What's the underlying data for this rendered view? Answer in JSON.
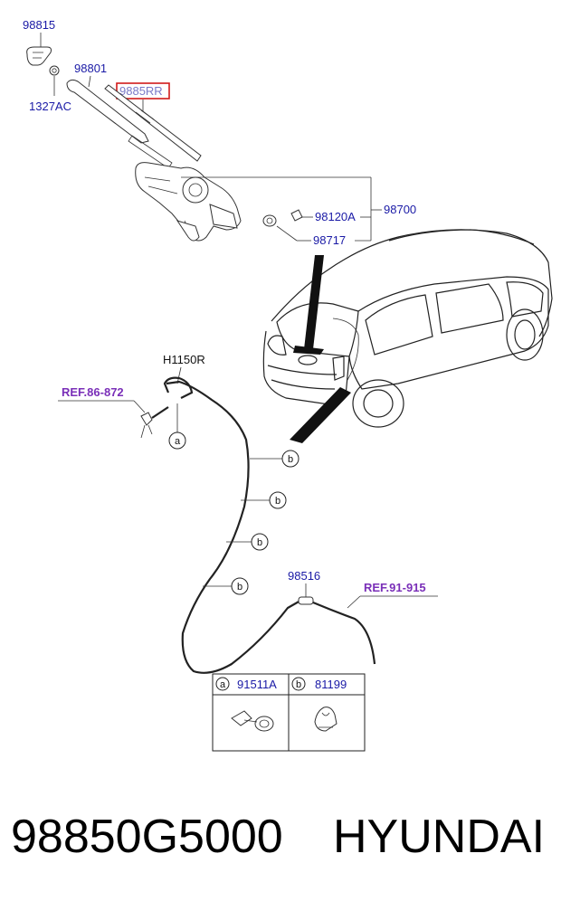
{
  "callouts": {
    "p98815": "98815",
    "p1327AC": "1327AC",
    "p98801": "98801",
    "p9885RR": "9885RR",
    "p98700": "98700",
    "p98120A": "98120A",
    "p98717": "98717",
    "pH1150R": "H1150R",
    "p98516": "98516"
  },
  "refs": {
    "ref1": "REF.86-872",
    "ref2": "REF.91-915"
  },
  "bubbles": {
    "a": "a",
    "b": "b"
  },
  "legend": {
    "a_letter": "a",
    "a_part": "91511A",
    "b_letter": "b",
    "b_part": "81199"
  },
  "footer": {
    "part_number": "98850G5000",
    "brand": "HYUNDAI"
  },
  "colors": {
    "label_blue": "#1a1aa6",
    "ref_purple": "#7a2fb8",
    "highlight_red": "#d11a1a"
  }
}
